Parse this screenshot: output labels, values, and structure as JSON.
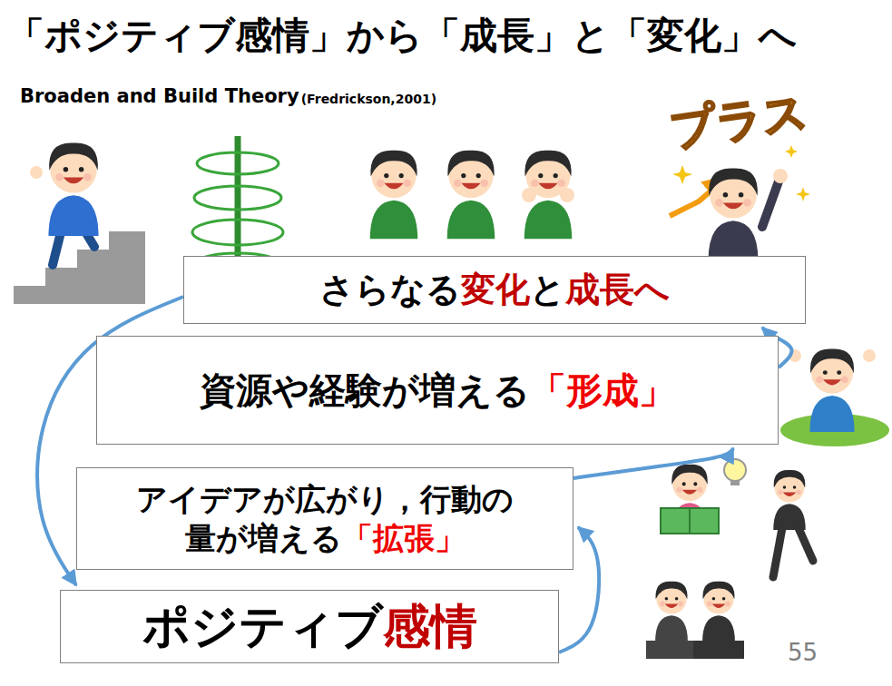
{
  "diagram": {
    "title": "「ポジティブ感情」から「成長」と「変化」へ",
    "nodes": [
      {
        "text": [
          "さらなる",
          "変化",
          "と",
          "成長へ"
        ]
      },
      {
        "text": [
          "資源や経験が増える",
          "「形成」"
        ]
      },
      {
        "text": [
          "アイデアが広がり，行動の量が増える",
          "「拡張」"
        ]
      },
      {
        "text": [
          "ポジティブ",
          "感情"
        ]
      }
    ],
    "edges": [
      {
        "from": 3,
        "to": 2,
        "arrow": "to"
      },
      {
        "from": 2,
        "to": 1,
        "arrow": "to"
      },
      {
        "from": 1,
        "to": 0,
        "arrow": "to"
      },
      {
        "from": 0,
        "to": 3,
        "arrow": "to"
      }
    ],
    "labels": [
      "Broaden and Build Theory",
      "(Fredrickson,2001)",
      "プラス",
      "55"
    ]
  }
}
